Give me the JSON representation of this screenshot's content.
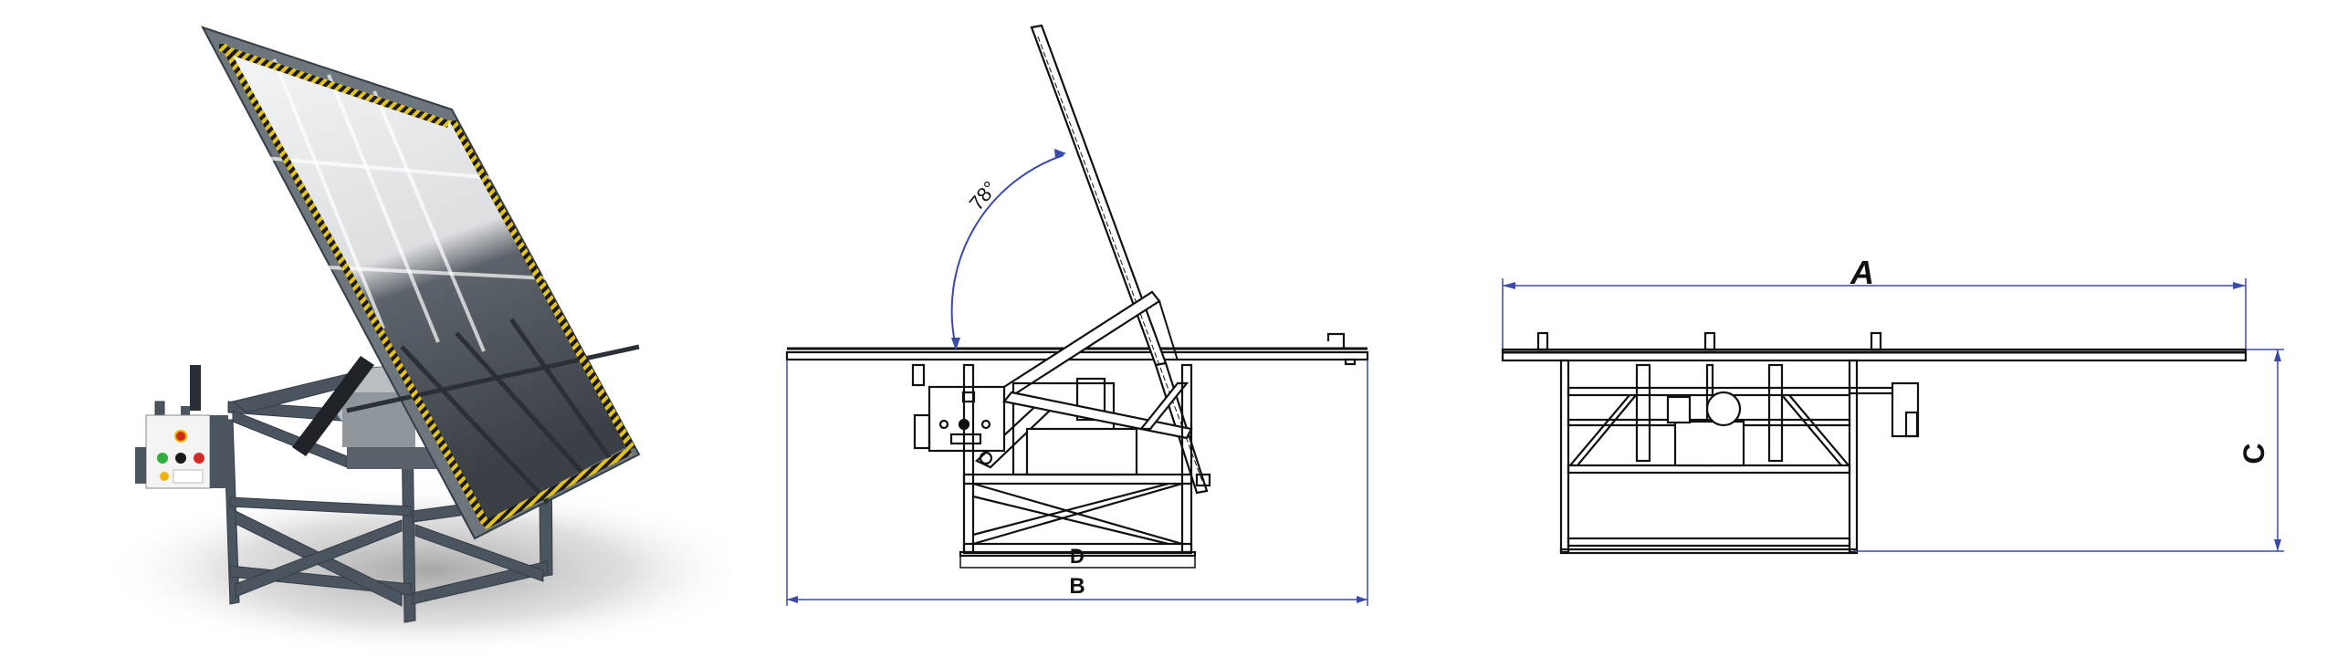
{
  "figure": {
    "panels": [
      {
        "id": "render",
        "label": "3D render of tilting table"
      },
      {
        "id": "side_view",
        "label": "Side elevation"
      },
      {
        "id": "front_view",
        "label": "Front elevation"
      }
    ]
  },
  "side_view": {
    "angle_label": "78°",
    "dim_d": "D",
    "dim_b": "B"
  },
  "front_view": {
    "dim_a": "A",
    "dim_c": "C"
  },
  "colors": {
    "frame": "#4a5560",
    "frame_dark": "#353d45",
    "glass_light": "#e6e9ec",
    "glass_dark": "#3c4248",
    "hazard_yellow": "#e5c21a",
    "dimension_blue": "#3a4aa8",
    "line_black": "#111111",
    "panel_white": "#f4f4f4",
    "button_green": "#2fae3c",
    "button_red": "#d42a2a",
    "button_black": "#1a1a1a",
    "estop_red": "#cc2a1a",
    "estop_yellow": "#f0b400"
  }
}
